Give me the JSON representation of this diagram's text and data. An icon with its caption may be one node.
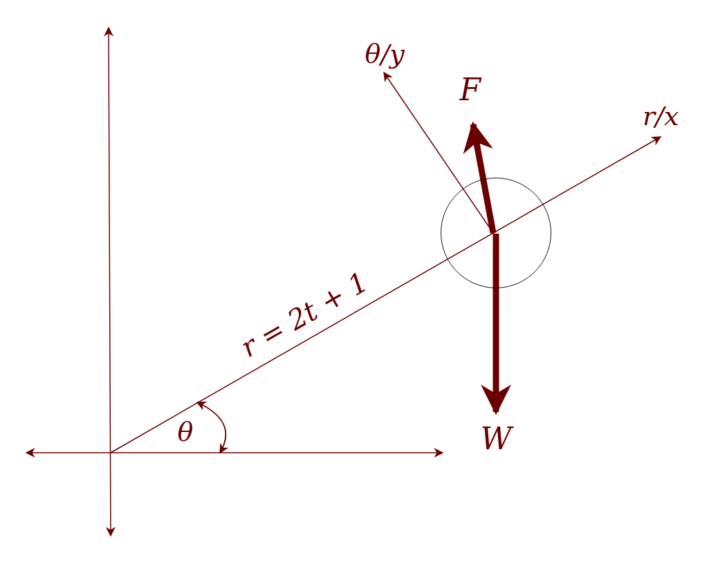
{
  "diagram": {
    "nodes": [
      {
        "text": [],
        "shape": "circle"
      }
    ],
    "labels": [
      "θ/y",
      "F",
      "r/x",
      "r = 2t + 1",
      "θ",
      "W"
    ]
  }
}
